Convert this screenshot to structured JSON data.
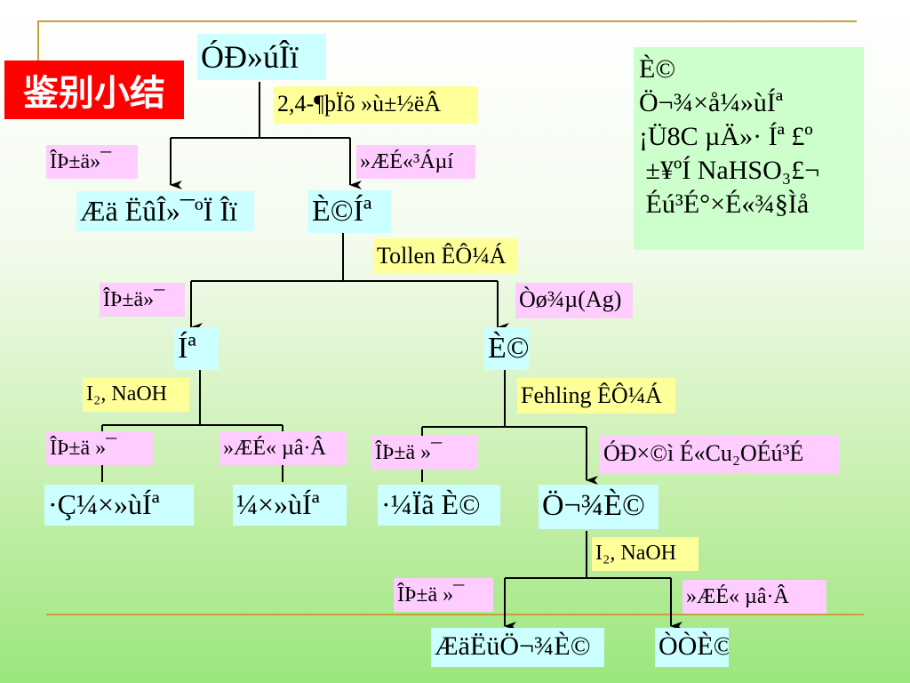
{
  "slide": {
    "title": "鉴别小结",
    "accent_color": "#c8a03a",
    "badge_color": "#ff0000"
  },
  "note": {
    "lines": [
      "È©",
      "Ö¬¾×å¼»ùÍª",
      "¡Ü8C µÄ»· Íª £º",
      " ±¥ºÍ NaHSO₃£¬",
      " Éú³É°×É«¾§Ìå"
    ]
  },
  "nodes": {
    "root": "ÓÐ»úÎï",
    "aldehyde_ketone": "È©Íª",
    "non_carbonyl": "Æä ËûÎ»¯ºÏ Îï",
    "ketone": "Íª",
    "aldehyde": "È©",
    "non_methyl_ketone": "·Ç¼×»ùÍª",
    "methyl_ketone": "¼×»ùÍª",
    "aromatic_aldehyde": "·¼Ïã È©",
    "aliphatic_aldehyde": "Ö¬¾È©",
    "other_aliphatic_aldehyde": "ÆäËüÖ¬¾È©",
    "acetaldehyde": "ÒÒÈ©"
  },
  "reagents": {
    "dnp": "2,4-¶þÏõ »ù±½ëÂ",
    "tollen": "Tollen ÊÔ¼Á",
    "iodoform_1": "I₂, NaOH",
    "fehling": "Fehling ÊÔ¼Á",
    "iodoform_2": "I₂, NaOH"
  },
  "results": {
    "no_change_1": "ÎÞ±ä»¯",
    "yellow_ppt": "»ÆÉ«³Áµí",
    "no_change_2": "ÎÞ±ä»¯",
    "silver_mirror": "Òø¾µ(Ag)",
    "no_change_3": "ÎÞ±ä »¯",
    "yellow_ppt_2": "»ÆÉ« µâ·Â",
    "no_change_4": "ÎÞ±ä »¯",
    "cu2o_ppt": "ÓÐ×©ì É«Cu₂OÉú³É",
    "no_change_5": "ÎÞ±ä »¯",
    "yellow_ppt_3": "»ÆÉ« µâ·Â"
  }
}
